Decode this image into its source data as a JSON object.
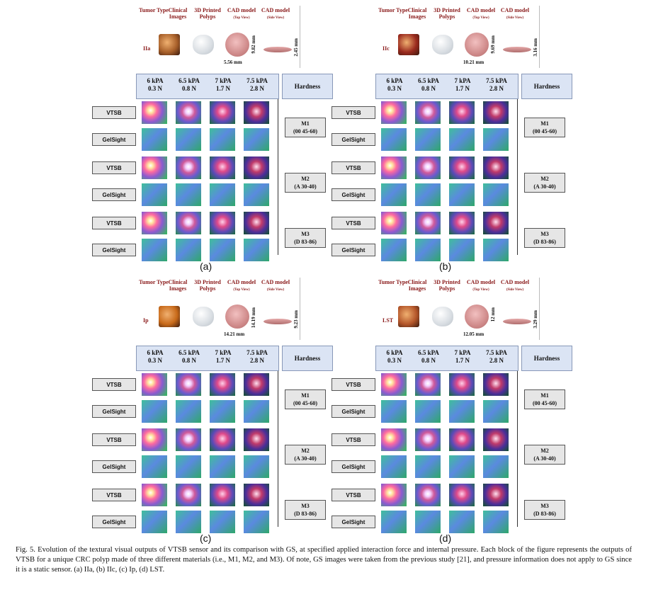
{
  "headers": {
    "tumor_type": "Tumor Type",
    "clinical": "Clinical Images",
    "printed": "3D Printed Polyps",
    "cad_top": "CAD model",
    "cad_top_sub": "(Top View)",
    "cad_side": "CAD model",
    "cad_side_sub": "(Side View)"
  },
  "columns": [
    {
      "kpa": "6 kPA",
      "n": "0.3 N"
    },
    {
      "kpa": "6.5 kPA",
      "n": "0.8 N"
    },
    {
      "kpa": "7 kPA",
      "n": "1.7 N"
    },
    {
      "kpa": "7.5 kPA",
      "n": "2.8 N"
    }
  ],
  "hardness_label": "Hardness",
  "row_labels": {
    "vtsb": "VTSB",
    "gelsight": "GelSight"
  },
  "materials": [
    {
      "name": "M1",
      "spec": "(00 45-60)"
    },
    {
      "name": "M2",
      "spec": "(A 30-40)"
    },
    {
      "name": "M3",
      "spec": "(D 83-86)"
    }
  ],
  "panels": [
    {
      "label": "(a)",
      "tumor": "IIa",
      "dim_w": "5.56 mm",
      "dim_h": "9.82 mm",
      "dim_side": "2.45 mm",
      "clinical_color": "#a8602a"
    },
    {
      "label": "(b)",
      "tumor": "IIc",
      "dim_w": "10.21 mm",
      "dim_h": "9.69 mm",
      "dim_side": "3.16 mm",
      "clinical_color": "#9a2a1e"
    },
    {
      "label": "(c)",
      "tumor": "Ip",
      "dim_w": "14.21 mm",
      "dim_h": "14.19 mm",
      "dim_side": "9.23 mm",
      "clinical_color": "#c86a1a"
    },
    {
      "label": "(d)",
      "tumor": "LST",
      "dim_w": "12.05 mm",
      "dim_h": "12 mm",
      "dim_side": "3.29 mm",
      "clinical_color": "#b4562a"
    }
  ],
  "caption": "Fig. 5.   Evolution of the textural visual outputs of VTSB sensor and its comparison with GS, at specified applied interaction force and internal pressure. Each block of the figure represents the outputs of VTSB for a unique CRC polyp made of three different materials (i.e., M1, M2, and M3). Of note, GS images were taken from the previous study [21], and pressure information does not apply to GS since it is a static sensor. (a) IIa, (b) IIc, (c) Ip, (d) LST."
}
